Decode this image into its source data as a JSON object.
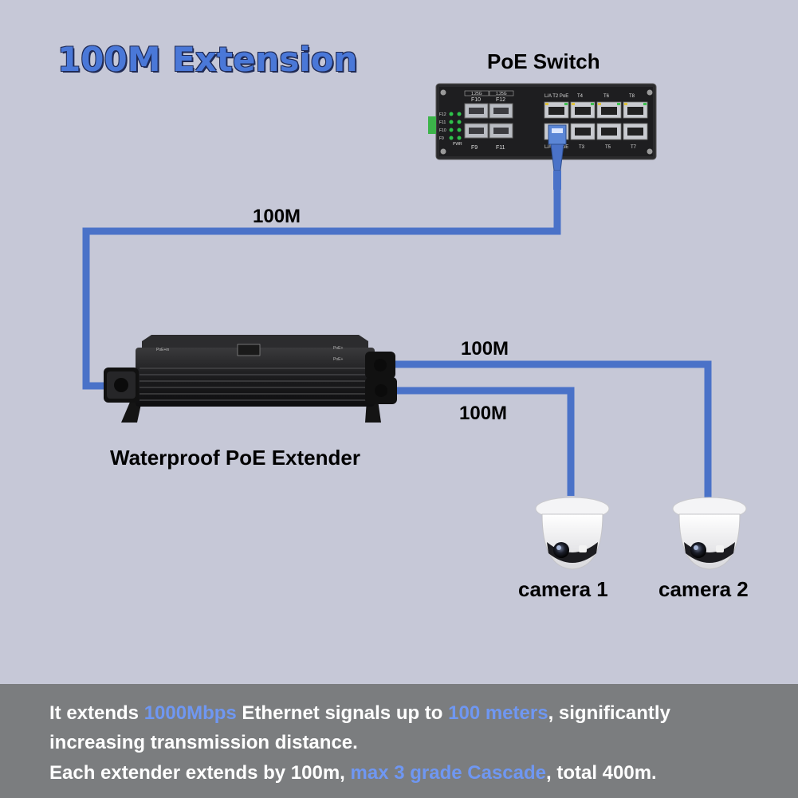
{
  "title": "100M Extension",
  "switch": {
    "label": "PoE Switch",
    "sfp_top_labels": [
      "F10",
      "F12"
    ],
    "sfp_bottom_labels": [
      "F9",
      "F11"
    ],
    "sfp_speed": "1.25G",
    "led_labels": [
      "F12",
      "F11",
      "F10",
      "F9"
    ],
    "pwr_label": "PWR",
    "port_top_labels": [
      "L/A T2 PoE",
      "T4",
      "T6",
      "T8"
    ],
    "port_bottom_labels": [
      "L/A T1 PoE",
      "T3",
      "T5",
      "T7"
    ]
  },
  "cables": {
    "uplink": "100M",
    "to_camera_2": "100M",
    "to_camera_1": "100M"
  },
  "extender": {
    "label": "Waterproof PoE Extender",
    "marks": [
      "PoE+in",
      "PoE+",
      "PoE+"
    ]
  },
  "cameras": [
    "camera 1",
    "camera 2"
  ],
  "footer": {
    "line1": {
      "a": "It extends ",
      "b": "1000Mbps",
      "c": " Ethernet signals up to ",
      "d": "100 meters",
      "e": ", significantly"
    },
    "line2": "increasing transmission distance.",
    "line3": {
      "a": "Each extender extends by 100m, ",
      "b": "max 3 grade Cascade",
      "c": ", total 400m."
    }
  },
  "colors": {
    "background": "#c6c8d7",
    "cable": "#4a72c8",
    "highlight": "#6f97f2",
    "footer_bg": "#7b7d7f"
  }
}
